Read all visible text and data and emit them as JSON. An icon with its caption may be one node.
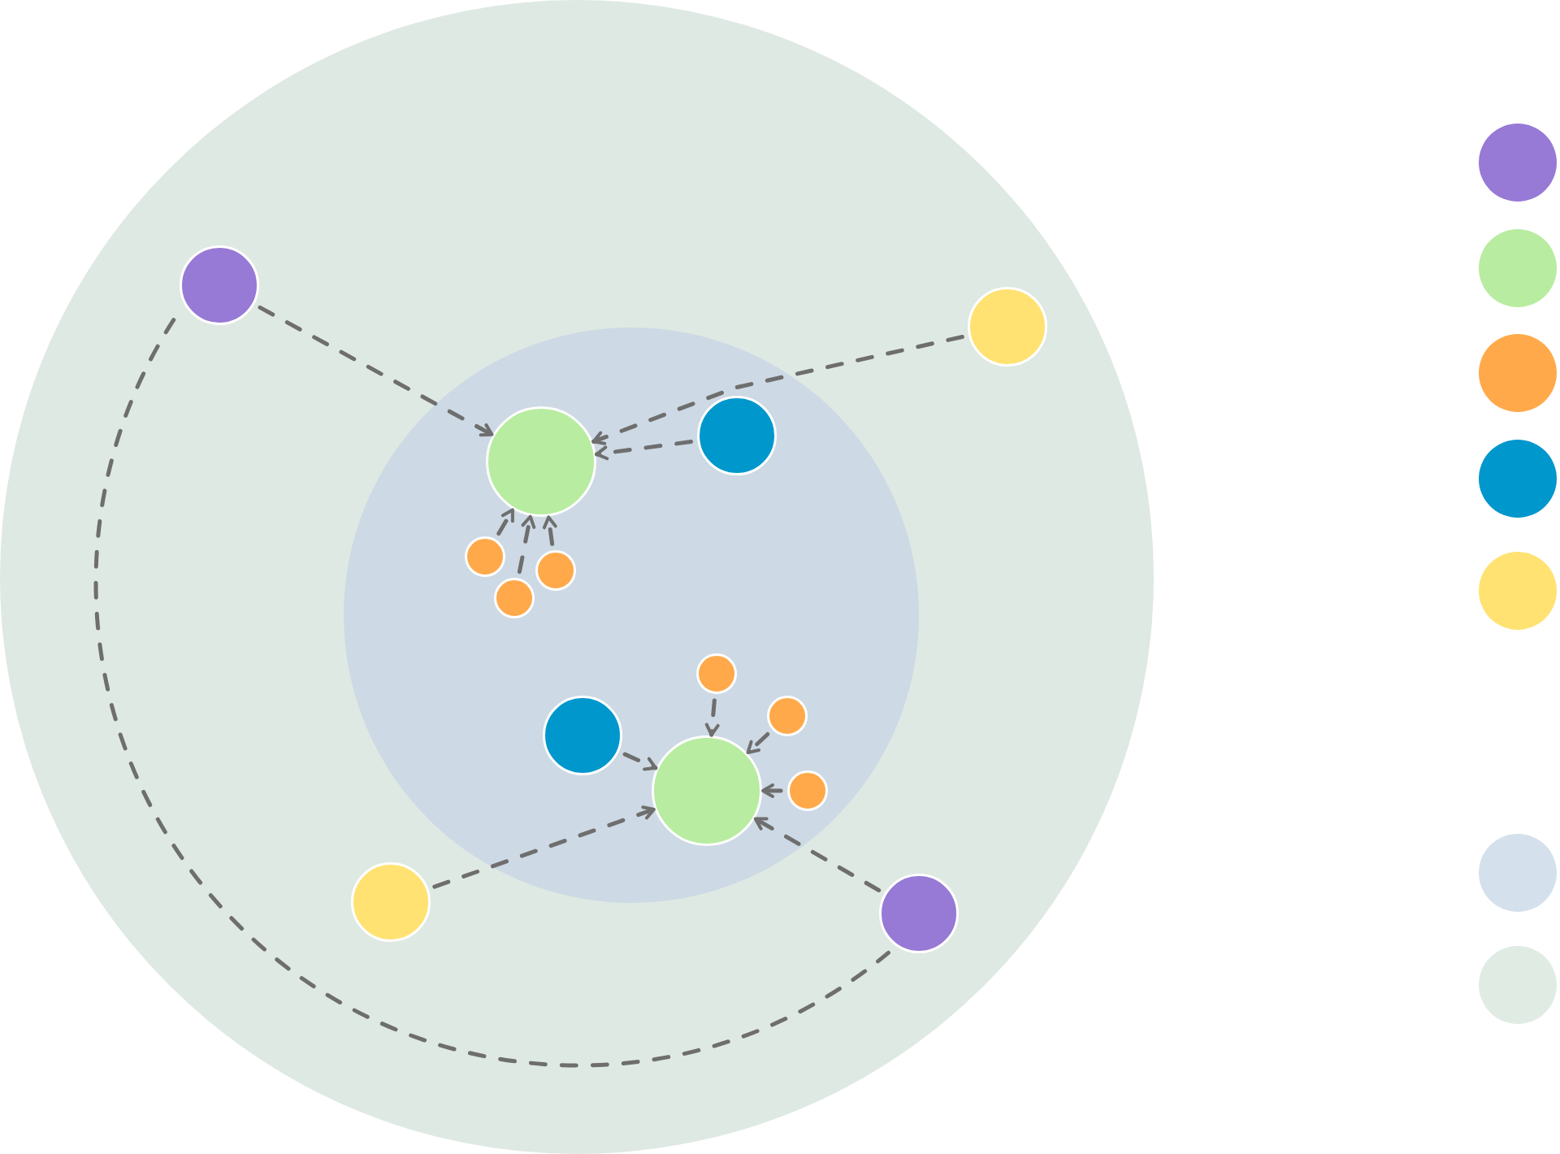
{
  "diagram": {
    "nodes": [
      {
        "text": [],
        "shape": "circle"
      },
      {
        "text": [],
        "shape": "circle",
        "in": 0
      },
      {
        "text": [],
        "shape": "circle",
        "in": 0
      },
      {
        "text": [],
        "shape": "circle",
        "in": 1
      },
      {
        "text": [],
        "shape": "circle",
        "in": 1
      },
      {
        "text": [],
        "shape": "circle",
        "in": 0
      },
      {
        "text": [],
        "shape": "circle",
        "in": 1
      },
      {
        "text": [],
        "shape": "circle",
        "in": 1
      },
      {
        "text": [],
        "shape": "circle",
        "in": 1
      },
      {
        "text": [],
        "shape": "circle",
        "in": 1
      },
      {
        "text": [],
        "shape": "circle",
        "in": 1
      },
      {
        "text": [],
        "shape": "circle",
        "in": 1
      },
      {
        "text": [],
        "shape": "circle",
        "in": 1
      },
      {
        "text": [],
        "shape": "circle",
        "in": 1
      },
      {
        "text": [],
        "shape": "circle",
        "in": 0
      },
      {
        "text": [],
        "shape": "circle",
        "in": 0
      },
      {
        "text": [],
        "shape": "circle"
      },
      {
        "text": [],
        "shape": "circle"
      },
      {
        "text": [],
        "shape": "circle"
      },
      {
        "text": [],
        "shape": "circle"
      },
      {
        "text": [],
        "shape": "circle"
      },
      {
        "text": [],
        "shape": "circle"
      },
      {
        "text": [],
        "shape": "circle"
      }
    ],
    "edges": [
      {
        "from": 2,
        "to": 3,
        "arrow": "to",
        "style": "dashed"
      },
      {
        "from": 5,
        "to": 3,
        "arrow": "to",
        "style": "dashed"
      },
      {
        "from": 4,
        "to": 3,
        "arrow": "to",
        "style": "dashed"
      },
      {
        "from": 6,
        "to": 3,
        "arrow": "to",
        "style": "dashed"
      },
      {
        "from": 8,
        "to": 3,
        "arrow": "to",
        "style": "dashed"
      },
      {
        "from": 7,
        "to": 3,
        "arrow": "to",
        "style": "dashed"
      },
      {
        "from": 2,
        "to": 15,
        "arrow": "none",
        "style": "dashed"
      },
      {
        "from": 11,
        "to": 12,
        "arrow": "to",
        "style": "dashed"
      },
      {
        "from": 14,
        "to": 12,
        "arrow": "to",
        "style": "dashed"
      },
      {
        "from": 15,
        "to": 12,
        "arrow": "to",
        "style": "dashed"
      },
      {
        "from": 9,
        "to": 12,
        "arrow": "to",
        "style": "dashed"
      },
      {
        "from": 10,
        "to": 12,
        "arrow": "to",
        "style": "dashed"
      },
      {
        "from": 13,
        "to": 12,
        "arrow": "to",
        "style": "dashed"
      }
    ]
  }
}
